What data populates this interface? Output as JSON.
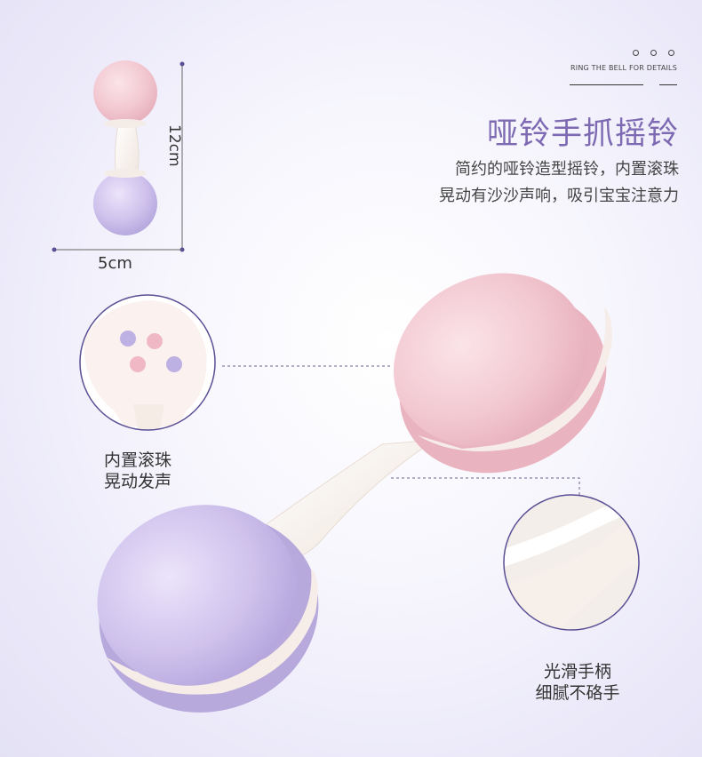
{
  "header": {
    "ring_text": "RING THE BELL FOR DETAILS",
    "title": "哑铃手抓摇铃",
    "description_line_1": "简约的哑铃造型摇铃，内置滚珠",
    "description_line_2": "晃动有沙沙声响，吸引宝宝注意力"
  },
  "dimensions": {
    "height_label": "12cm",
    "width_label": "5cm"
  },
  "callouts": {
    "beads_line_1": "内置滚珠",
    "beads_line_2": "晃动发声",
    "handle_line_1": "光滑手柄",
    "handle_line_2": "细腻不硌手"
  },
  "colors": {
    "title_purple": "#7d6ab2",
    "pink_ball": "#f3c9d3",
    "lavender_ball": "#cfc3ec",
    "handle_cream": "#f7efe9",
    "accent_line": "#5a4f94"
  }
}
